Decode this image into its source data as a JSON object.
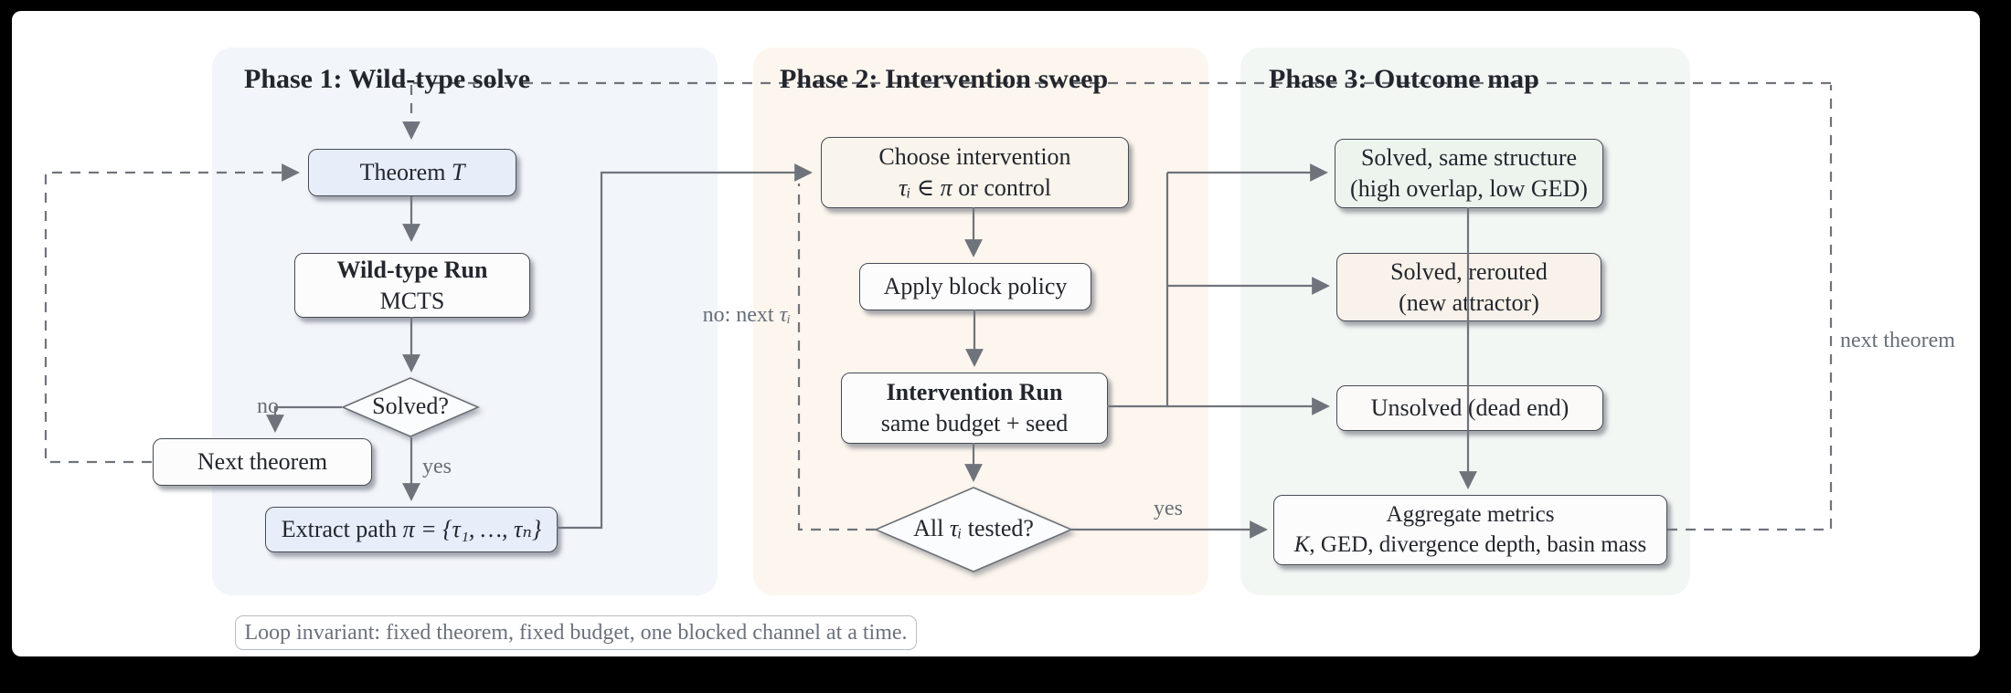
{
  "phases": [
    {
      "label": "Phase 1: Wild-type solve"
    },
    {
      "label": "Phase 2: Intervention sweep"
    },
    {
      "label": "Phase 3: Outcome map"
    }
  ],
  "nodes": {
    "theorem": {
      "pre": "Theorem ",
      "math": "T"
    },
    "wildtype": {
      "title": "Wild-type Run",
      "sub": "MCTS"
    },
    "solved": {
      "label": "Solved?"
    },
    "next_theorem": {
      "label": "Next theorem"
    },
    "extract": {
      "pre": "Extract path ",
      "math": "π = {τ₁, …, τₙ}"
    },
    "choose": {
      "line1": "Choose intervention",
      "math": "τᵢ ∈ π",
      "post": " or control"
    },
    "apply": {
      "label": "Apply block policy"
    },
    "intervention": {
      "title": "Intervention Run",
      "sub": "same budget + seed"
    },
    "all_tested": {
      "pre": "All ",
      "math": "τᵢ",
      "post": " tested?"
    },
    "solved_same": {
      "line1": "Solved, same structure",
      "line2": "(high overlap, low GED)"
    },
    "solved_rerouted": {
      "line1": "Solved, rerouted",
      "line2": "(new attractor)"
    },
    "unsolved": {
      "label": "Unsolved (dead end)"
    },
    "aggregate": {
      "line1": "Aggregate metrics",
      "math": "K",
      "post": ", GED, divergence depth, basin mass"
    }
  },
  "edge_labels": {
    "yes_solved": "yes",
    "no_solved": "no",
    "yes_tested": "yes",
    "no_next": {
      "pre": "no: next ",
      "math": "τᵢ"
    },
    "next_theorem": "next theorem"
  },
  "note": {
    "label": "Loop invariant: fixed theorem, fixed budget, one blocked channel at a time."
  },
  "colors": {
    "frame": "#000000",
    "canvas": "#ffffff",
    "panel_phase1": "#f2f5fa",
    "panel_phase2": "#fdf6ee",
    "panel_phase3": "#f3f7f4",
    "box_blue": "#e7edf9",
    "box_white": "#fcfcfc",
    "box_cream": "#f9f4ec",
    "box_green": "#edf4ee",
    "box_cream2": "#f8f2ea",
    "line": "#6f747c",
    "text": "#23262d",
    "muted_label": "#686e78"
  }
}
